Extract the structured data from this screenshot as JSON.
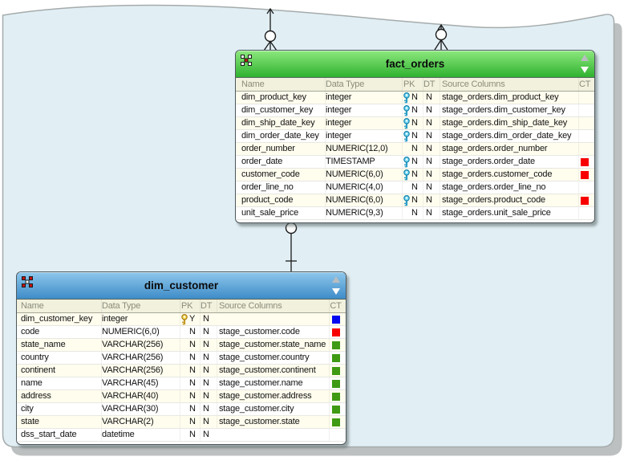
{
  "canvas": {
    "background_color": "#e1eff5",
    "shadow_color": "#bcc0c0",
    "edge_color": "#a5abab"
  },
  "icons": {
    "fact_table_icon": "fact-table-icon",
    "dimension_table_icon": "dimension-table-icon",
    "scroll_up": "scroll-up-icon",
    "scroll_down": "scroll-down-icon",
    "primary_key": "gold-key-icon",
    "unique_key": "blue-key-icon"
  },
  "key_colors": {
    "blue": {
      "head": "#7adcf5",
      "dark": "#1583ad",
      "stem": "#2e9ec6"
    },
    "gold": {
      "head": "#f7d954",
      "dark": "#a67c1a",
      "stem": "#c49a28"
    }
  },
  "ct_colors": {
    "red": "#f80000",
    "green": "#3f9a14",
    "blue": "#0408f0"
  },
  "connectors": [
    {
      "id": "top-left",
      "target": "fact_orders",
      "end_style": "circle-crowfoot",
      "far_end": "off-canvas-top"
    },
    {
      "id": "top-right",
      "target": "fact_orders",
      "end_style": "circle-crowfoot",
      "far_end": "off-canvas-top"
    },
    {
      "id": "fact-to-dim",
      "from": "fact_orders",
      "to": "dim_customer",
      "fact_end": "circle-crowfoot",
      "dim_end": "one-tick"
    }
  ],
  "tables": [
    {
      "id": "fact_orders",
      "title": "fact_orders",
      "kind": "fact",
      "header_gradient": [
        "#8de87e",
        "#2fb22f"
      ],
      "columns": [
        "Name",
        "Data Type",
        "PK",
        "DT",
        "Source Columns",
        "CT"
      ],
      "rows": [
        {
          "name": "dim_product_key",
          "data_type": "integer",
          "key": "blue",
          "pk": "N",
          "dt": "N",
          "source": "stage_orders.dim_product_key",
          "ct": ""
        },
        {
          "name": "dim_customer_key",
          "data_type": "integer",
          "key": "blue",
          "pk": "N",
          "dt": "N",
          "source": "stage_orders.dim_customer_key",
          "ct": ""
        },
        {
          "name": "dim_ship_date_key",
          "data_type": "integer",
          "key": "blue",
          "pk": "N",
          "dt": "N",
          "source": "stage_orders.dim_ship_date_key",
          "ct": ""
        },
        {
          "name": "dim_order_date_key",
          "data_type": "integer",
          "key": "blue",
          "pk": "N",
          "dt": "N",
          "source": "stage_orders.dim_order_date_key",
          "ct": ""
        },
        {
          "name": "order_number",
          "data_type": "NUMERIC(12,0)",
          "key": "",
          "pk": "N",
          "dt": "N",
          "source": "stage_orders.order_number",
          "ct": ""
        },
        {
          "name": "order_date",
          "data_type": "TIMESTAMP",
          "key": "blue",
          "pk": "N",
          "dt": "N",
          "source": "stage_orders.order_date",
          "ct": "red"
        },
        {
          "name": "customer_code",
          "data_type": "NUMERIC(6,0)",
          "key": "blue",
          "pk": "N",
          "dt": "N",
          "source": "stage_orders.customer_code",
          "ct": "red"
        },
        {
          "name": "order_line_no",
          "data_type": "NUMERIC(4,0)",
          "key": "",
          "pk": "N",
          "dt": "N",
          "source": "stage_orders.order_line_no",
          "ct": ""
        },
        {
          "name": "product_code",
          "data_type": "NUMERIC(6,0)",
          "key": "blue",
          "pk": "N",
          "dt": "N",
          "source": "stage_orders.product_code",
          "ct": "red"
        },
        {
          "name": "unit_sale_price",
          "data_type": "NUMERIC(9,3)",
          "key": "",
          "pk": "N",
          "dt": "N",
          "source": "stage_orders.unit_sale_price",
          "ct": ""
        }
      ]
    },
    {
      "id": "dim_customer",
      "title": "dim_customer",
      "kind": "dimension",
      "header_gradient": [
        "#8ec7ec",
        "#3e8cc8"
      ],
      "columns": [
        "Name",
        "Data Type",
        "PK",
        "DT",
        "Source Columns",
        "CT"
      ],
      "rows": [
        {
          "name": "dim_customer_key",
          "data_type": "integer",
          "key": "gold",
          "pk": "Y",
          "dt": "N",
          "source": "",
          "ct": "blue"
        },
        {
          "name": "code",
          "data_type": "NUMERIC(6,0)",
          "key": "",
          "pk": "N",
          "dt": "N",
          "source": "stage_customer.code",
          "ct": "red"
        },
        {
          "name": "state_name",
          "data_type": "VARCHAR(256)",
          "key": "",
          "pk": "N",
          "dt": "N",
          "source": "stage_customer.state_name",
          "ct": "green"
        },
        {
          "name": "country",
          "data_type": "VARCHAR(256)",
          "key": "",
          "pk": "N",
          "dt": "N",
          "source": "stage_customer.country",
          "ct": "green"
        },
        {
          "name": "continent",
          "data_type": "VARCHAR(256)",
          "key": "",
          "pk": "N",
          "dt": "N",
          "source": "stage_customer.continent",
          "ct": "green"
        },
        {
          "name": "name",
          "data_type": "VARCHAR(45)",
          "key": "",
          "pk": "N",
          "dt": "N",
          "source": "stage_customer.name",
          "ct": "green"
        },
        {
          "name": "address",
          "data_type": "VARCHAR(40)",
          "key": "",
          "pk": "N",
          "dt": "N",
          "source": "stage_customer.address",
          "ct": "green"
        },
        {
          "name": "city",
          "data_type": "VARCHAR(30)",
          "key": "",
          "pk": "N",
          "dt": "N",
          "source": "stage_customer.city",
          "ct": "green"
        },
        {
          "name": "state",
          "data_type": "VARCHAR(2)",
          "key": "",
          "pk": "N",
          "dt": "N",
          "source": "stage_customer.state",
          "ct": "green"
        },
        {
          "name": "dss_start_date",
          "data_type": "datetime",
          "key": "",
          "pk": "N",
          "dt": "N",
          "source": "",
          "ct": ""
        }
      ]
    }
  ]
}
